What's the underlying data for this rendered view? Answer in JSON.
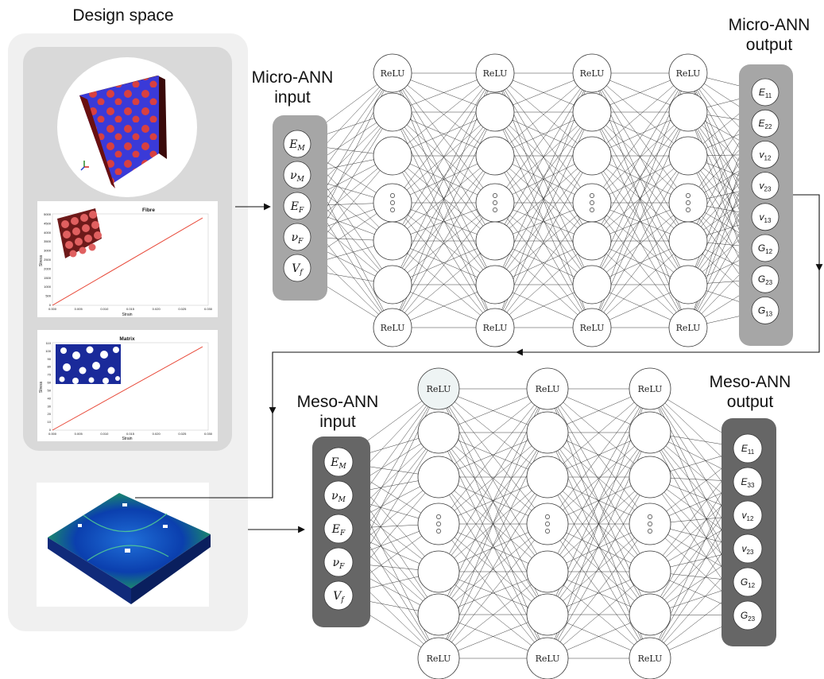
{
  "design_space": {
    "title": "Design space"
  },
  "plots": {
    "fibre": {
      "title": "Fibre",
      "xlabel": "Strain",
      "ylabel": "Stress",
      "yticks": [
        "5000",
        "4500",
        "4000",
        "3500",
        "3000",
        "2500",
        "2000",
        "1500",
        "1000",
        "500",
        "0"
      ],
      "xticks": [
        "0.000",
        "0.005",
        "0.010",
        "0.015",
        "0.020",
        "0.025",
        "0.030"
      ]
    },
    "matrix": {
      "title": "Matrix",
      "xlabel": "Strain",
      "ylabel": "Stress",
      "yticks": [
        "110",
        "100",
        "90",
        "80",
        "70",
        "60",
        "50",
        "40",
        "30",
        "20",
        "10",
        "0"
      ],
      "xticks": [
        "0.000",
        "0.005",
        "0.010",
        "0.015",
        "0.020",
        "0.025",
        "0.030"
      ]
    }
  },
  "micro": {
    "input_title_line1": "Micro-ANN",
    "input_title_line2": "input",
    "output_title_line1": "Micro-ANN",
    "output_title_line2": "output",
    "inputs": [
      {
        "base": "E",
        "sub": "M"
      },
      {
        "base": "ν",
        "sub": "M"
      },
      {
        "base": "E",
        "sub": "F"
      },
      {
        "base": "ν",
        "sub": "F"
      },
      {
        "base": "V",
        "sub": "f"
      }
    ],
    "outputs": [
      {
        "base": "E",
        "sub": "11"
      },
      {
        "base": "E",
        "sub": "22"
      },
      {
        "base": "v",
        "sub": "12"
      },
      {
        "base": "v",
        "sub": "23"
      },
      {
        "base": "v",
        "sub": "13"
      },
      {
        "base": "G",
        "sub": "12"
      },
      {
        "base": "G",
        "sub": "23"
      },
      {
        "base": "G",
        "sub": "13"
      }
    ],
    "relu_label": "ReLU"
  },
  "meso": {
    "input_title_line1": "Meso-ANN",
    "input_title_line2": "input",
    "output_title_line1": "Meso-ANN",
    "output_title_line2": "output",
    "inputs": [
      {
        "base": "E",
        "sub": "M"
      },
      {
        "base": "ν",
        "sub": "M"
      },
      {
        "base": "E",
        "sub": "F"
      },
      {
        "base": "ν",
        "sub": "F"
      },
      {
        "base": "V",
        "sub": "f"
      }
    ],
    "outputs": [
      {
        "base": "E",
        "sub": "11"
      },
      {
        "base": "E",
        "sub": "33"
      },
      {
        "base": "v",
        "sub": "12"
      },
      {
        "base": "v",
        "sub": "23"
      },
      {
        "base": "G",
        "sub": "12"
      },
      {
        "base": "G",
        "sub": "23"
      }
    ],
    "relu_label": "ReLU"
  },
  "colors": {
    "panel_outer": "#f0f0f0",
    "panel_inner": "#d9d9d9",
    "micro_box": "#a6a6a6",
    "meso_box": "#666666",
    "fibre_red": "#d84040",
    "matrix_blue": "#2a3cc8",
    "curve": "#e84a3a"
  }
}
